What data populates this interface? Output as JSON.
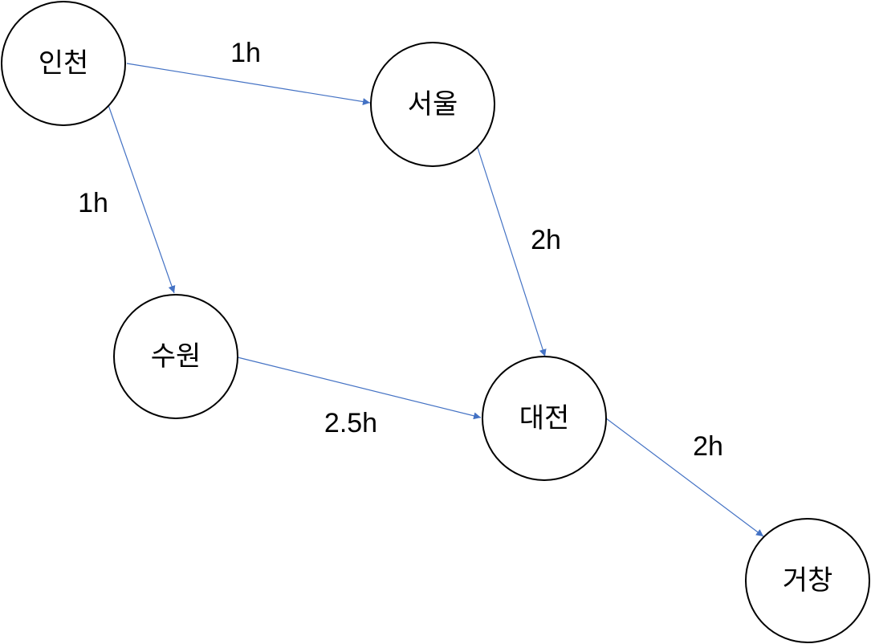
{
  "nodes": [
    {
      "id": "incheon",
      "label": "인천"
    },
    {
      "id": "seoul",
      "label": "서울"
    },
    {
      "id": "suwon",
      "label": "수원"
    },
    {
      "id": "daejeon",
      "label": "대전"
    },
    {
      "id": "geochang",
      "label": "거창"
    }
  ],
  "edges": [
    {
      "from": "incheon",
      "to": "seoul",
      "label": "1h"
    },
    {
      "from": "incheon",
      "to": "suwon",
      "label": "1h"
    },
    {
      "from": "seoul",
      "to": "daejeon",
      "label": "2h"
    },
    {
      "from": "suwon",
      "to": "daejeon",
      "label": "2.5h"
    },
    {
      "from": "daejeon",
      "to": "geochang",
      "label": "2h"
    }
  ],
  "colors": {
    "edge": "#4472C4",
    "node_stroke": "#000000",
    "text": "#000000"
  }
}
